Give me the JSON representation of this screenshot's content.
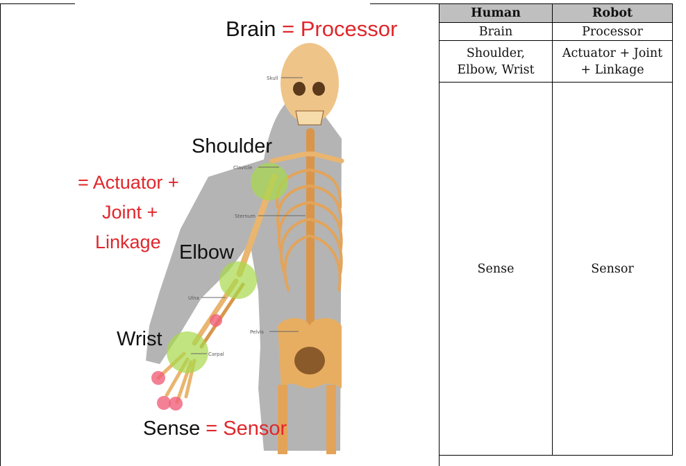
{
  "figure": {
    "title_left": "Brain",
    "title_eq": "=",
    "title_right": "Processor",
    "shoulder_label": "Shoulder",
    "actuator_line1": "= Actuator +",
    "actuator_line2": "Joint +",
    "actuator_line3": "Linkage",
    "elbow_label": "Elbow",
    "wrist_label": "Wrist",
    "sense_left": "Sense",
    "sense_eq": "=",
    "sense_right": "Sensor",
    "bone_labels": {
      "skull": "Skull",
      "clavicle": "Clavicle",
      "sternum": "Sternum",
      "ulna": "Ulna",
      "pelvis": "Pelvis",
      "carpal": "Carpal"
    },
    "colors": {
      "red_label": "#e0262b",
      "joint_green": "#a6d84a",
      "sensor_red": "#f0607a",
      "bone": "#e9b56f",
      "body_gray": "#a7a7a7"
    }
  },
  "table": {
    "headers": {
      "human": "Human",
      "robot": "Robot"
    },
    "rows": [
      {
        "human": "Brain",
        "robot": "Processor"
      },
      {
        "human_l1": "Shoulder,",
        "human_l2": "Elbow, Wrist",
        "robot_l1": "Actuator + Joint",
        "robot_l2": "+ Linkage"
      },
      {
        "human": "Sense",
        "robot": "Sensor"
      }
    ]
  }
}
